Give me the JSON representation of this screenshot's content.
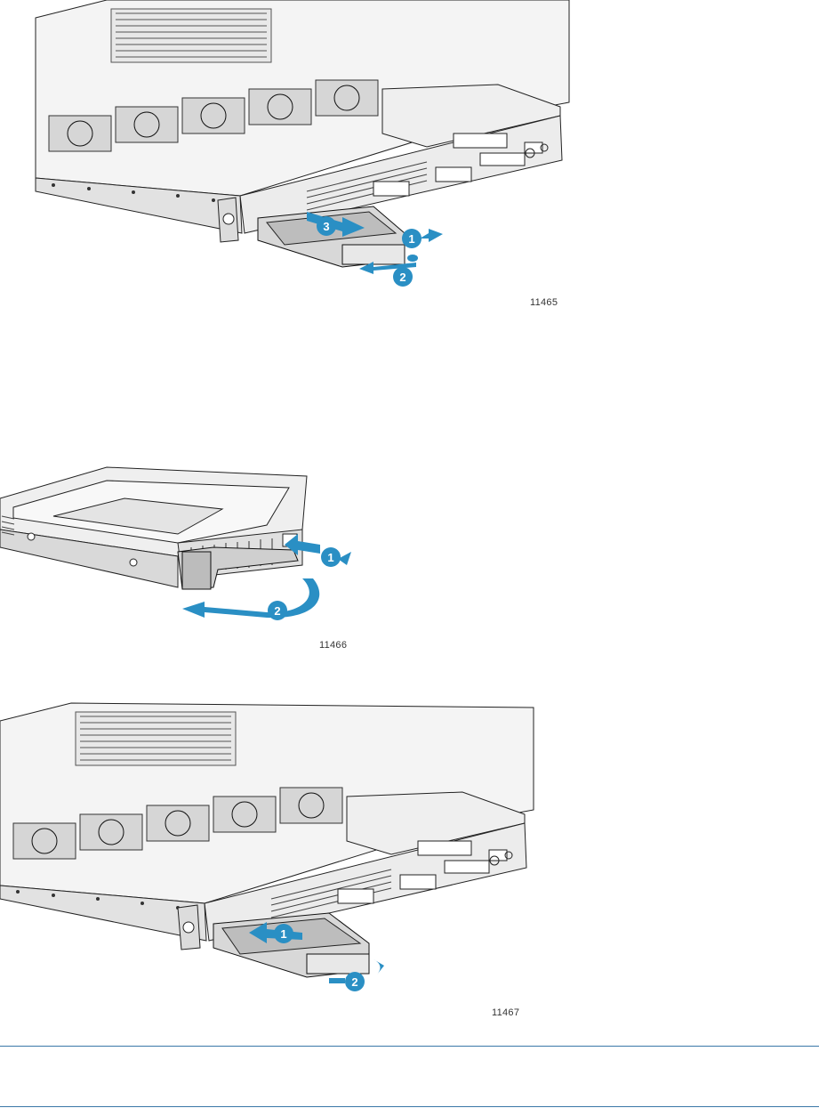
{
  "figures": [
    {
      "figure_number": "11465",
      "callouts": [
        "1",
        "2",
        "3"
      ]
    },
    {
      "figure_number": "11466",
      "callouts": [
        "1",
        "2"
      ]
    },
    {
      "figure_number": "11467",
      "callouts": [
        "1",
        "2"
      ]
    }
  ],
  "colors": {
    "arrow": "#2a8fc4",
    "callout_circle": "#2a8fc4",
    "line_art": "#222222",
    "rule": "#3a78a8"
  }
}
